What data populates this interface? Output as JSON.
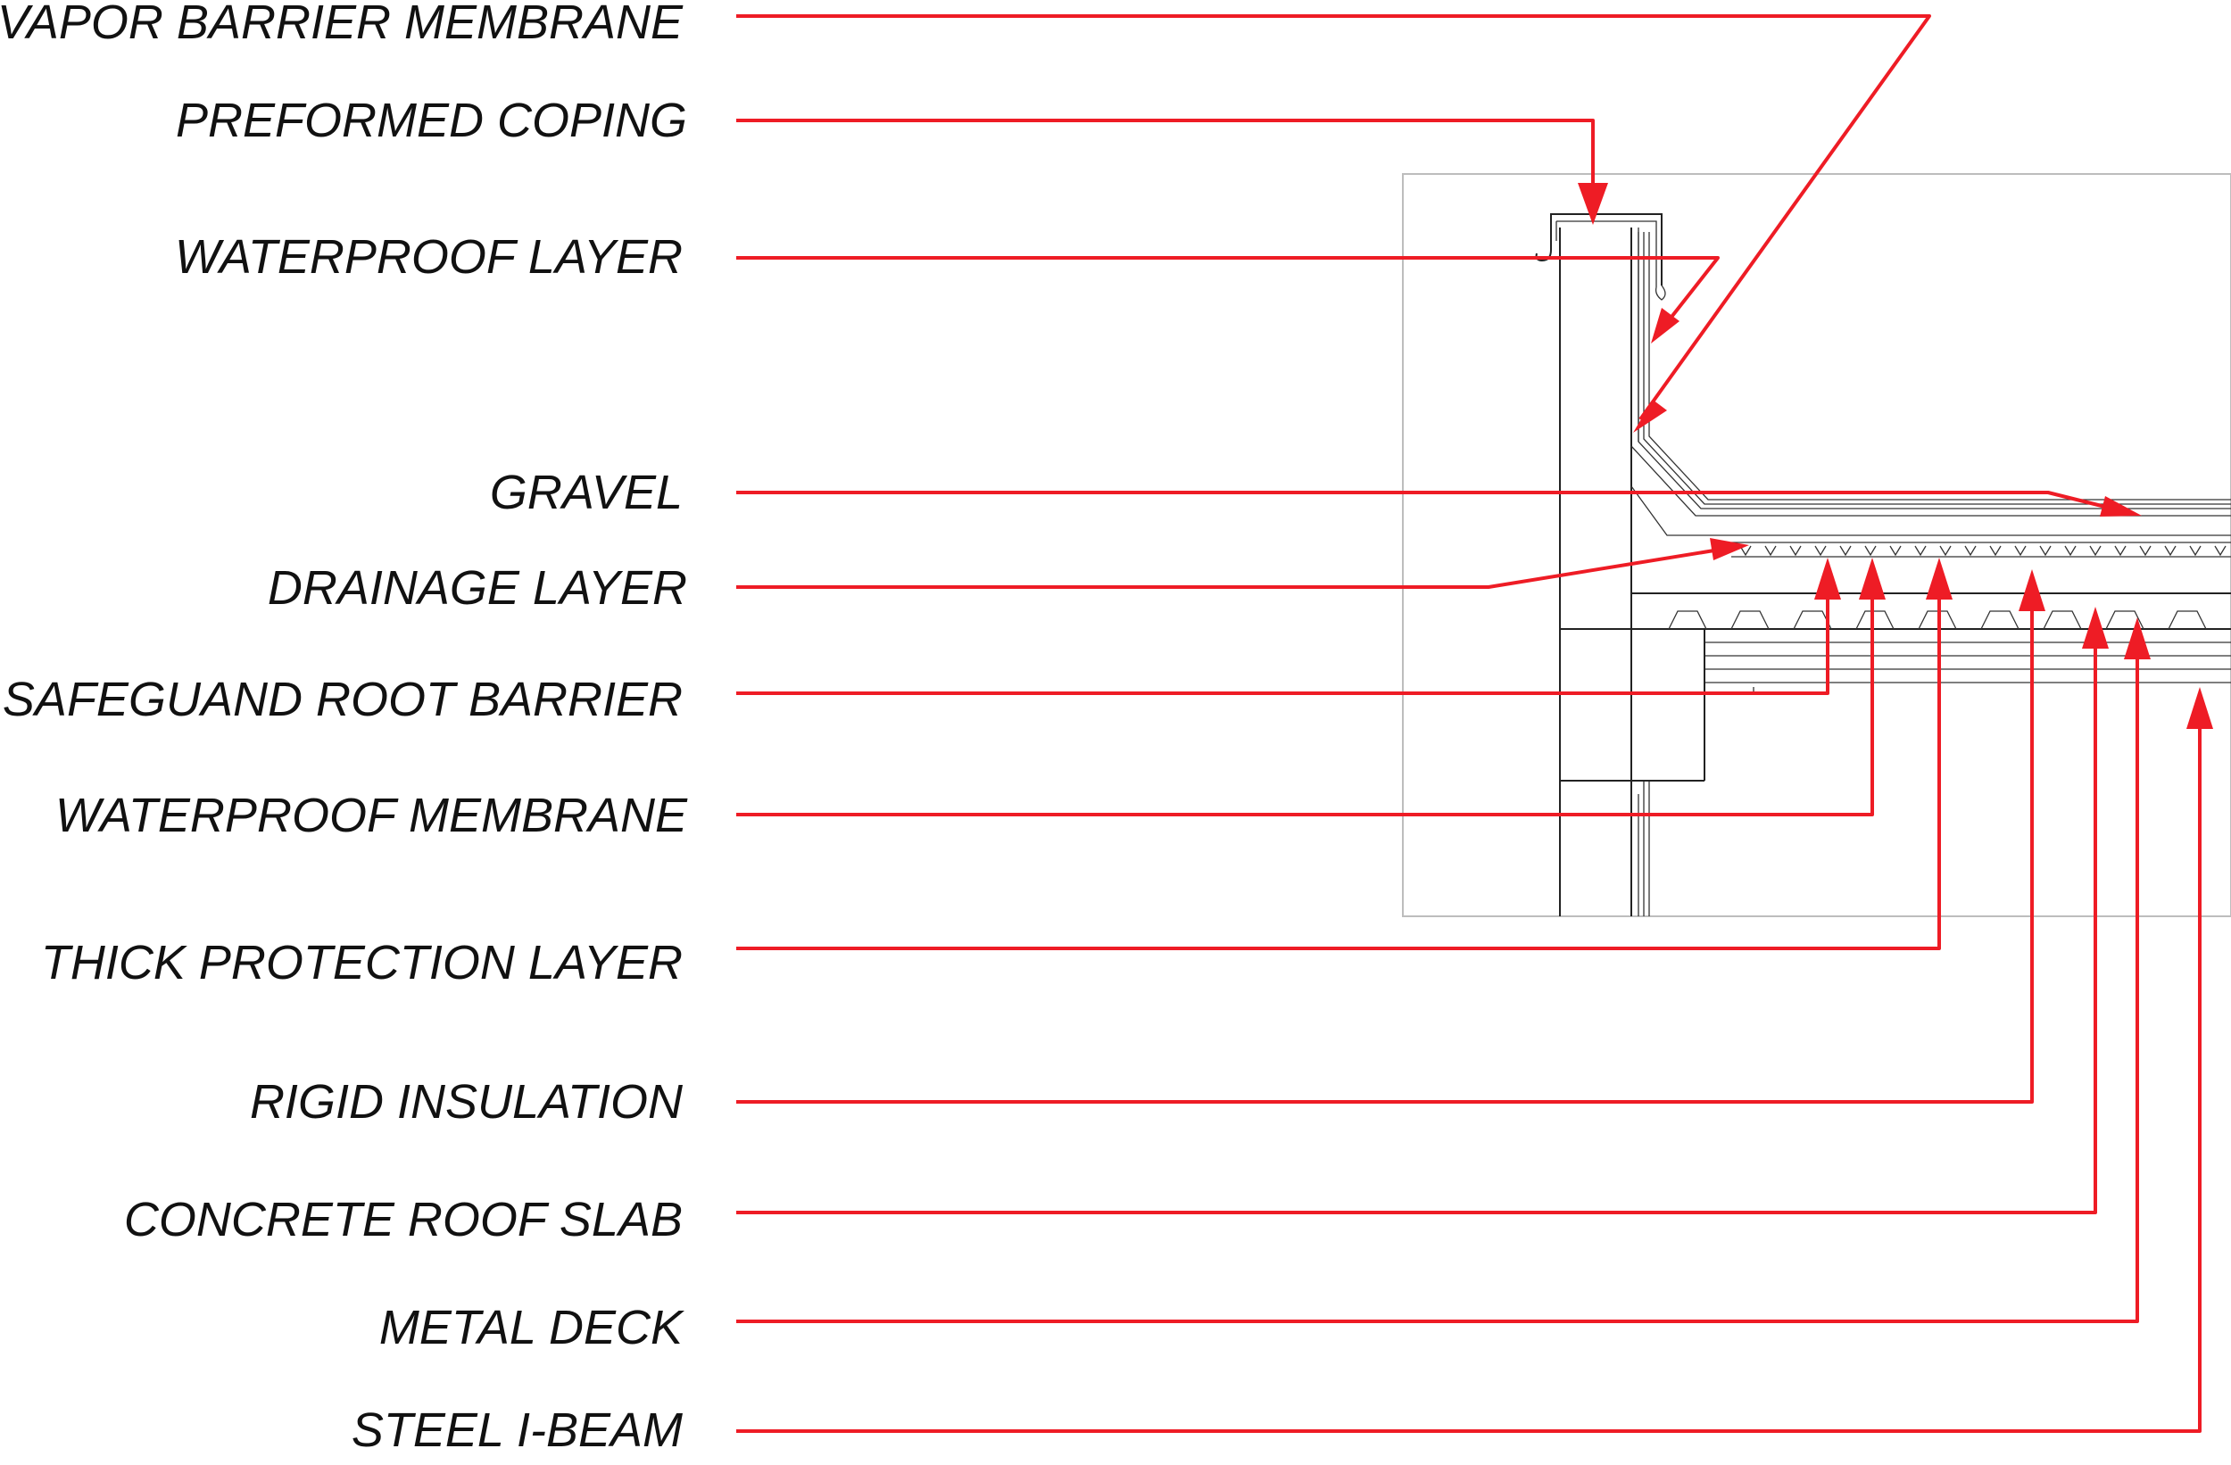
{
  "labels": {
    "vapor_barrier_membrane": "VAPOR BARRIER MEMBRANE",
    "preformed_coping": "PREFORMED COPING",
    "waterproof_layer": "WATERPROOF LAYER",
    "gravel": "GRAVEL",
    "drainage_layer": "DRAINAGE LAYER",
    "safeguand_root_barrier": "SAFEGUAND ROOT BARRIER",
    "waterproof_membrane": "WATERPROOF MEMBRANE",
    "thick_protection_layer": "THICK PROTECTION LAYER",
    "rigid_insulation": "RIGID INSULATION",
    "concrete_roof_slab": "CONCRETE ROOF SLAB",
    "metal_deck": "METAL DECK",
    "steel_i_beam": "STEEL I-BEAM"
  },
  "colors": {
    "leader": "#ee1c25",
    "label_text": "#111111",
    "drawing_line": "#222222",
    "frame": "#bdbdbd"
  }
}
